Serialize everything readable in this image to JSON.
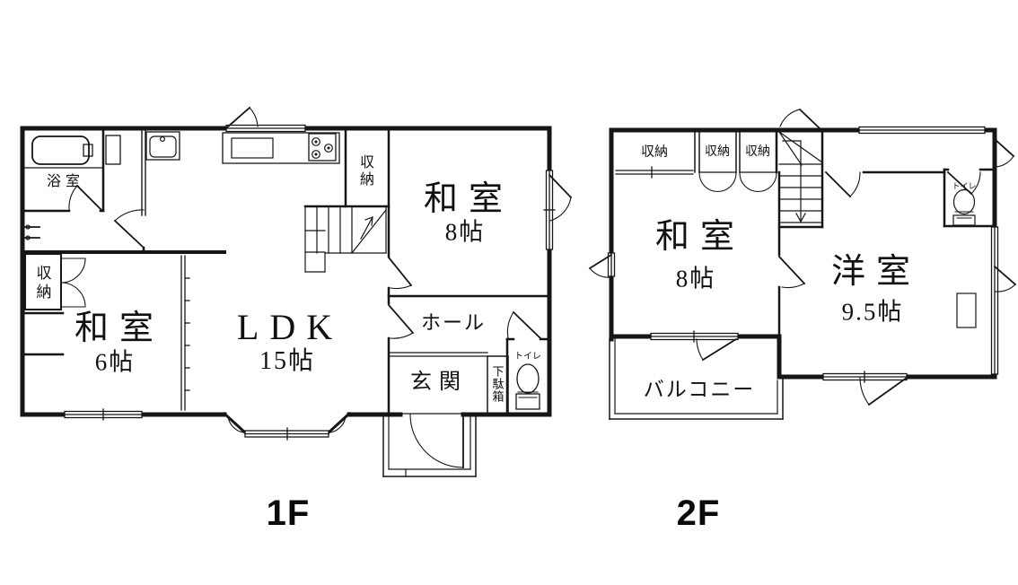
{
  "colors": {
    "line": "#161616",
    "background": "#ffffff",
    "text": "#111111"
  },
  "floors": {
    "f1": {
      "label": "1F",
      "rooms": {
        "bathroom": "浴室",
        "storage_left": "収納",
        "washitsu6": "和室",
        "washitsu6_size": "6帖",
        "ldk": "LDK",
        "ldk_size": "15帖",
        "storage_kitchen": "収納",
        "washitsu8": "和室",
        "washitsu8_size": "8帖",
        "hall": "ホール",
        "genkan": "玄関",
        "shoe_cabinet": "下駄箱",
        "toilet": "トイレ"
      }
    },
    "f2": {
      "label": "2F",
      "rooms": {
        "storage_1": "収納",
        "storage_2": "収納",
        "storage_3": "収納",
        "washitsu8": "和室",
        "washitsu8_size": "8帖",
        "yoshitsu": "洋室",
        "yoshitsu_size": "9.5帖",
        "toilet": "トイレ",
        "balcony": "バルコニー"
      }
    }
  }
}
